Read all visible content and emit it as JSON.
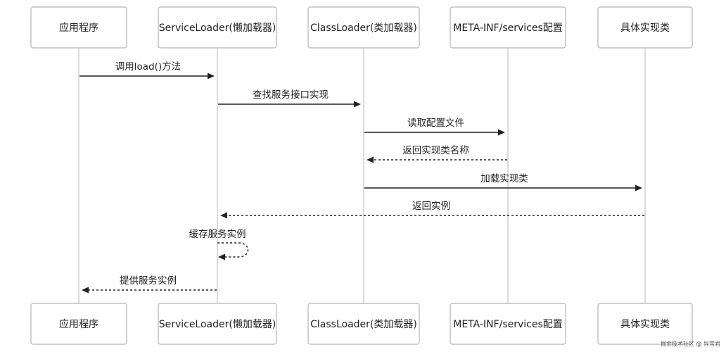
{
  "participants": [
    {
      "id": "app",
      "label": "应用程序"
    },
    {
      "id": "serviceloader",
      "label": "ServiceLoader(懒加载器)"
    },
    {
      "id": "classloader",
      "label": "ClassLoader(类加载器)"
    },
    {
      "id": "metainf",
      "label": "META-INF/services配置"
    },
    {
      "id": "impl",
      "label": "具体实现类"
    }
  ],
  "messages": [
    {
      "from": "app",
      "to": "serviceloader",
      "label": "调用load()方法",
      "style": "solid"
    },
    {
      "from": "serviceloader",
      "to": "classloader",
      "label": "查找服务接口实现",
      "style": "solid"
    },
    {
      "from": "classloader",
      "to": "metainf",
      "label": "读取配置文件",
      "style": "solid"
    },
    {
      "from": "metainf",
      "to": "classloader",
      "label": "返回实现类名称",
      "style": "dashed"
    },
    {
      "from": "classloader",
      "to": "impl",
      "label": "加载实现类",
      "style": "solid"
    },
    {
      "from": "impl",
      "to": "serviceloader",
      "label": "返回实例",
      "style": "dashed"
    },
    {
      "from": "serviceloader",
      "to": "serviceloader",
      "label": "缓存服务实例",
      "style": "dashed"
    },
    {
      "from": "serviceloader",
      "to": "app",
      "label": "提供服务实例",
      "style": "dashed"
    }
  ],
  "watermark": "掘金技术社区 @ 异常君"
}
